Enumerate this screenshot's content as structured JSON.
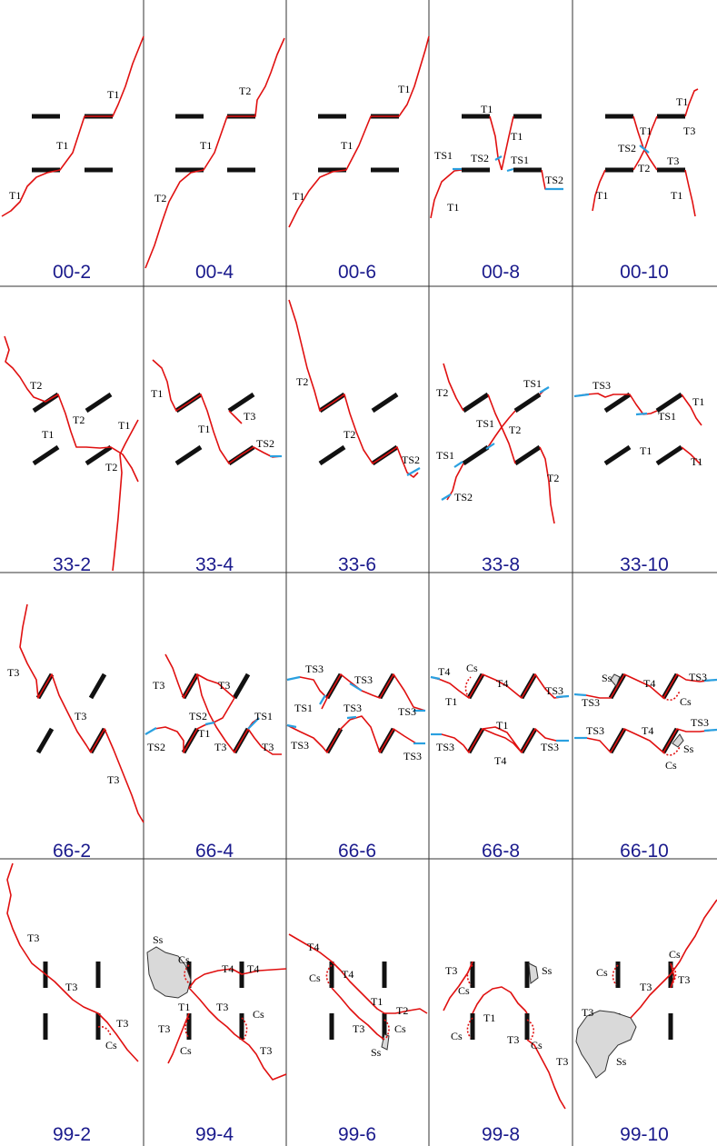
{
  "panels": [
    {
      "caption": "00-2",
      "labels": [
        "T1",
        "T1",
        "T1"
      ]
    },
    {
      "caption": "00-4",
      "labels": [
        "T2",
        "T1",
        "T2"
      ]
    },
    {
      "caption": "00-6",
      "labels": [
        "T1",
        "T1",
        "T1"
      ]
    },
    {
      "caption": "00-8",
      "labels": [
        "T1",
        "T1",
        "TS1",
        "TS2",
        "TS1",
        "TS2",
        "T1"
      ]
    },
    {
      "caption": "00-10",
      "labels": [
        "T1",
        "T3",
        "T1",
        "TS2",
        "T2",
        "T3",
        "T1",
        "T1"
      ]
    },
    {
      "caption": "33-2",
      "labels": [
        "T2",
        "T2",
        "T1",
        "T1",
        "T2"
      ]
    },
    {
      "caption": "33-4",
      "labels": [
        "T1",
        "T1",
        "T3",
        "TS2"
      ]
    },
    {
      "caption": "33-6",
      "labels": [
        "T2",
        "T2",
        "TS2"
      ]
    },
    {
      "caption": "33-8",
      "labels": [
        "TS1",
        "T2",
        "TS1",
        "T2",
        "TS1",
        "T2",
        "TS2"
      ]
    },
    {
      "caption": "33-10",
      "labels": [
        "TS3",
        "T1",
        "TS1",
        "T1",
        "T1"
      ]
    },
    {
      "caption": "66-2",
      "labels": [
        "T3",
        "T3",
        "T3"
      ]
    },
    {
      "caption": "66-4",
      "labels": [
        "T3",
        "T3",
        "TS2",
        "T1",
        "TS1",
        "TS2",
        "T3",
        "T3"
      ]
    },
    {
      "caption": "66-6",
      "labels": [
        "TS3",
        "TS3",
        "TS1",
        "TS3",
        "TS3",
        "TS3",
        "TS3"
      ]
    },
    {
      "caption": "66-8",
      "labels": [
        "T4",
        "Cs",
        "T4",
        "T1",
        "TS3",
        "T1",
        "TS3",
        "T4",
        "TS3"
      ]
    },
    {
      "caption": "66-10",
      "labels": [
        "Ss",
        "T4",
        "TS3",
        "TS3",
        "Cs",
        "TS3",
        "T4",
        "TS3",
        "Ss",
        "Cs"
      ]
    },
    {
      "caption": "99-2",
      "labels": [
        "T3",
        "T3",
        "T3",
        "Cs"
      ]
    },
    {
      "caption": "99-4",
      "labels": [
        "Ss",
        "Cs",
        "T4",
        "T4",
        "T1",
        "T3",
        "Cs",
        "T3",
        "Cs",
        "T3"
      ]
    },
    {
      "caption": "99-6",
      "labels": [
        "T4",
        "Cs",
        "T4",
        "T1",
        "T2",
        "T3",
        "Cs",
        "Ss"
      ]
    },
    {
      "caption": "99-8",
      "labels": [
        "T3",
        "Ss",
        "Cs",
        "T1",
        "Cs",
        "T3",
        "Cs",
        "T3"
      ]
    },
    {
      "caption": "99-10",
      "labels": [
        "Cs",
        "Cs",
        "T3",
        "T3",
        "T3",
        "Ss"
      ]
    }
  ]
}
